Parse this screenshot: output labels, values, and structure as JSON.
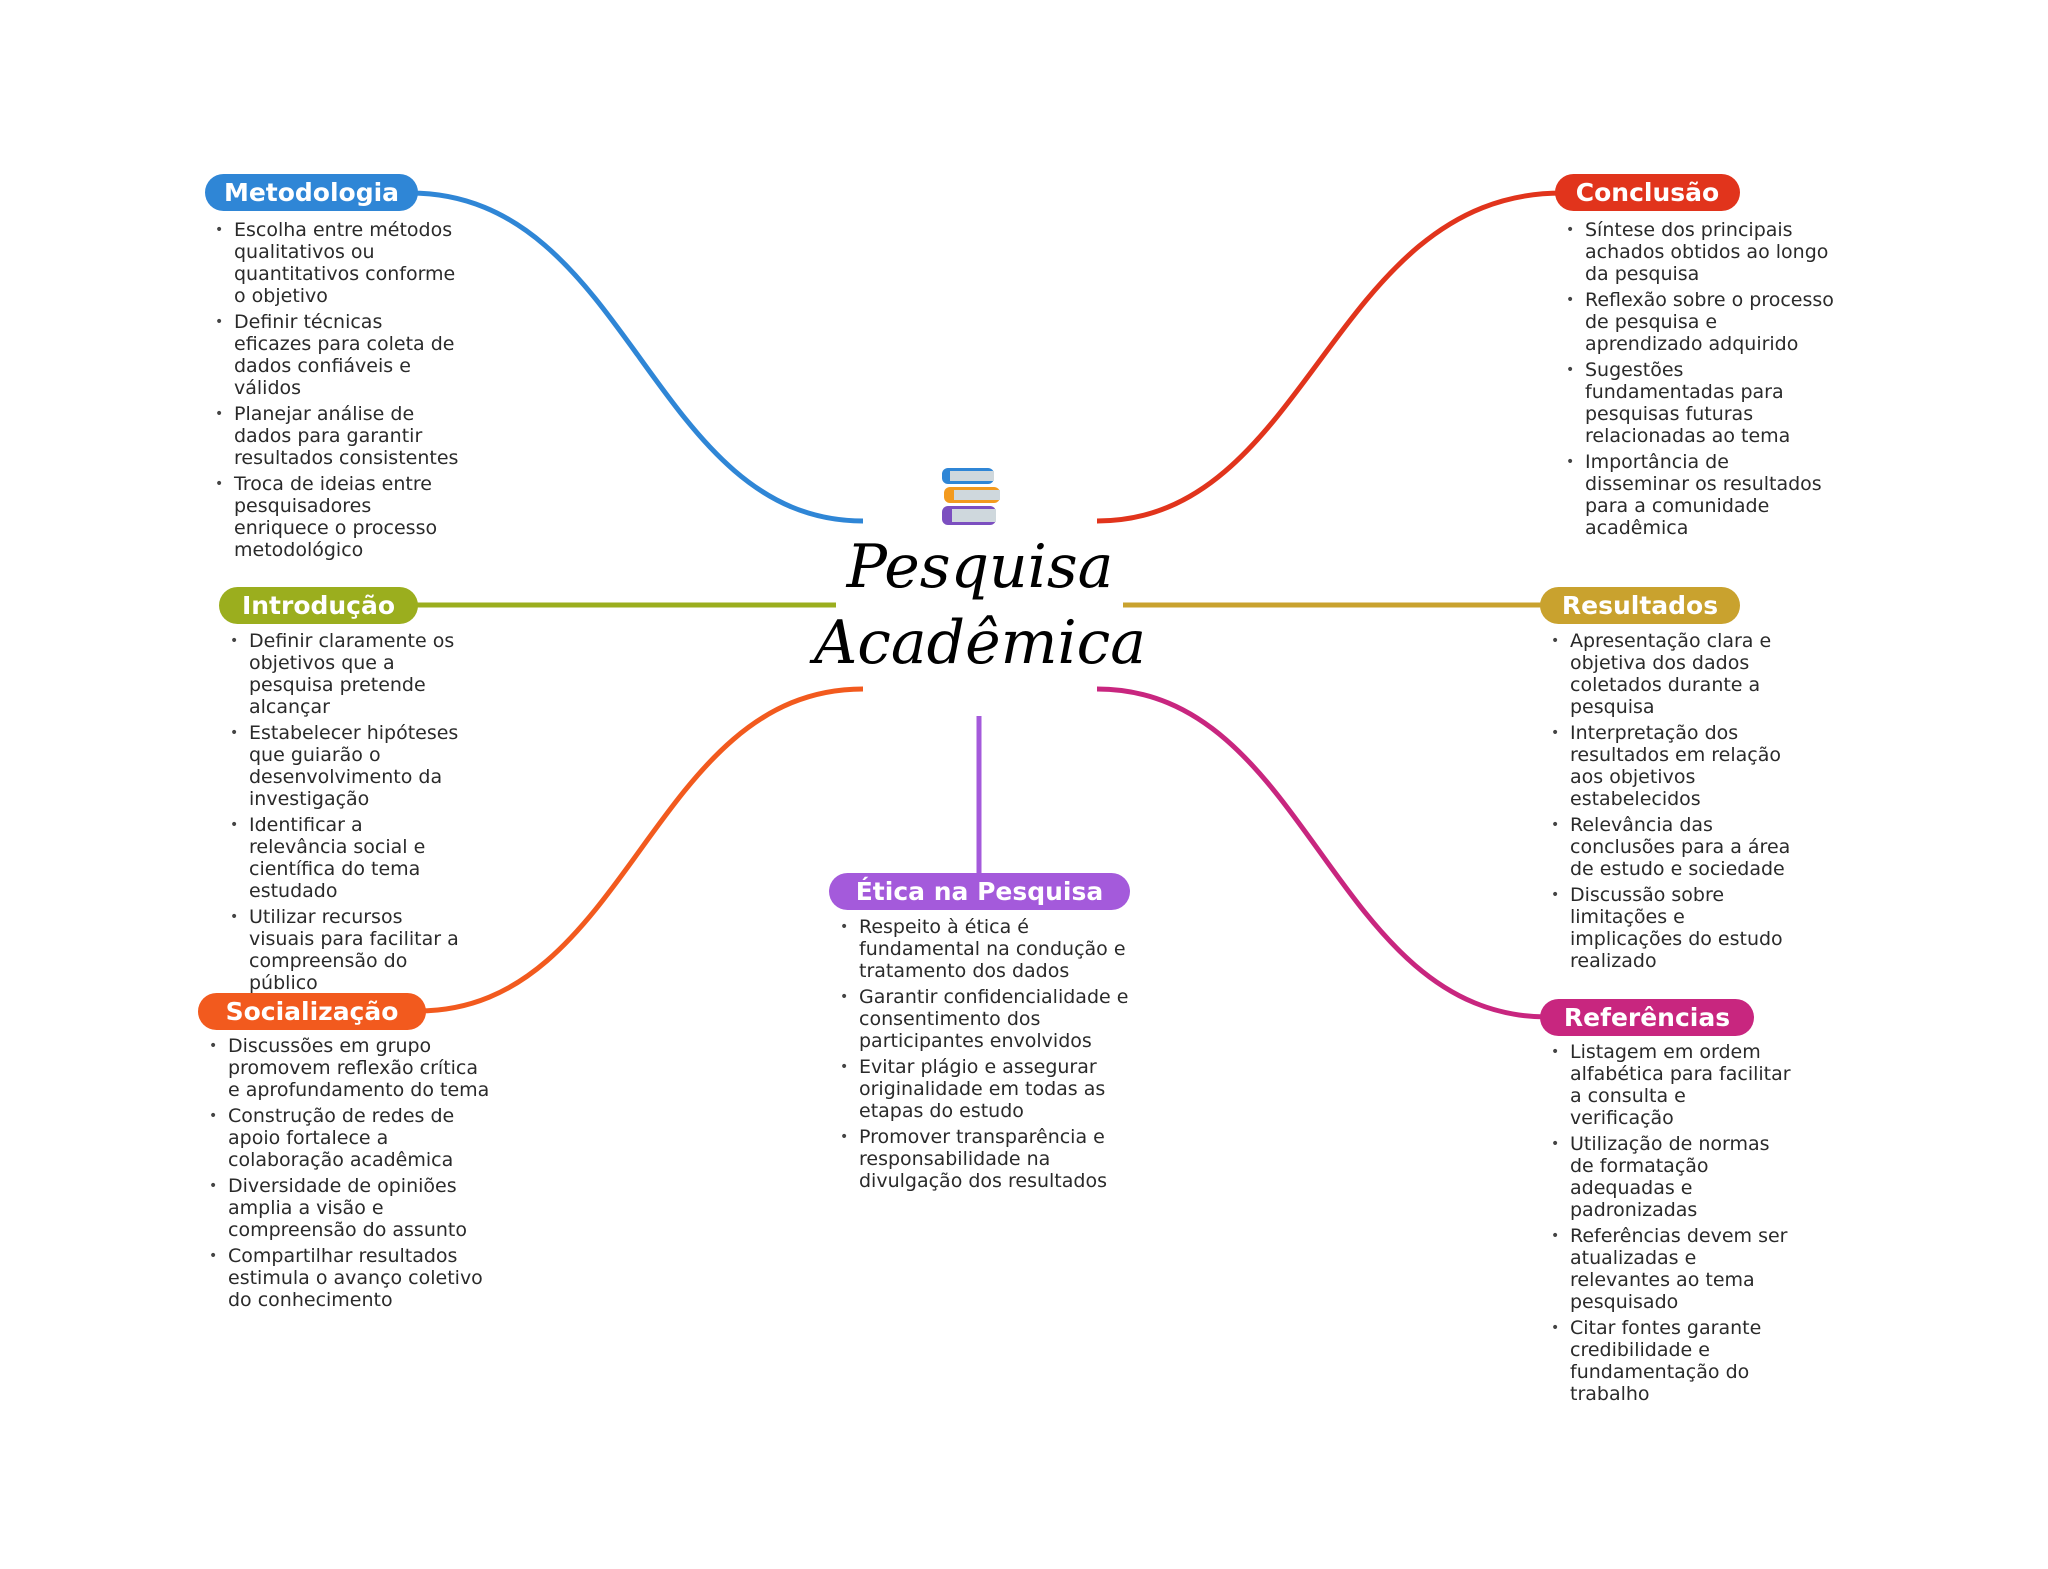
{
  "center": {
    "line1": "Pesquisa",
    "line2": "Acadêmica",
    "icon": "books-icon"
  },
  "branches": [
    {
      "id": "metodologia",
      "title": "Metodologia",
      "color": "#2F86D6",
      "items": [
        "Escolha entre métodos qualitativos ou quantitativos conforme o objetivo",
        "Definir técnicas eficazes para coleta de dados confiáveis e válidos",
        "Planejar análise de dados para garantir resultados consistentes",
        "Troca de ideias entre pesquisadores enriquece o processo metodológico"
      ]
    },
    {
      "id": "introducao",
      "title": "Introdução",
      "color": "#9BAE1E",
      "items": [
        "Definir claramente os objetivos que a pesquisa pretende alcançar",
        "Estabelecer hipóteses que guiarão o desenvolvimento da investigação",
        "Identificar a relevância social e científica do tema estudado",
        "Utilizar recursos visuais para facilitar a compreensão do público"
      ]
    },
    {
      "id": "socializacao",
      "title": "Socialização",
      "color": "#F25A1E",
      "items": [
        "Discussões em grupo promovem reflexão crítica e aprofundamento do tema",
        "Construção de redes de apoio fortalece a colaboração acadêmica",
        "Diversidade de opiniões amplia a visão e compreensão do assunto",
        "Compartilhar resultados estimula o avanço coletivo do conhecimento"
      ]
    },
    {
      "id": "etica",
      "title": "Ética na Pesquisa",
      "color": "#A45ADB",
      "items": [
        "Respeito à ética é fundamental na condução e tratamento dos dados",
        "Garantir confidencialidade e consentimento dos participantes envolvidos",
        "Evitar plágio e assegurar originalidade em todas as etapas do estudo",
        "Promover transparência e responsabilidade na divulgação dos resultados"
      ]
    },
    {
      "id": "conclusao",
      "title": "Conclusão",
      "color": "#E1341C",
      "items": [
        "Síntese dos principais achados obtidos ao longo da pesquisa",
        "Reflexão sobre o processo de pesquisa e aprendizado adquirido",
        "Sugestões fundamentadas para pesquisas futuras relacionadas ao tema",
        "Importância de disseminar os resultados para a comunidade acadêmica"
      ]
    },
    {
      "id": "resultados",
      "title": "Resultados",
      "color": "#C9A22E",
      "items": [
        "Apresentação clara e objetiva dos dados coletados durante a pesquisa",
        "Interpretação dos resultados em relação aos objetivos estabelecidos",
        "Relevância das conclusões para a área de estudo e sociedade",
        "Discussão sobre limitações e implicações do estudo realizado"
      ]
    },
    {
      "id": "referencias",
      "title": "Referências",
      "color": "#C8267F",
      "items": [
        "Listagem em ordem alfabética para facilitar a consulta e verificação",
        "Utilização de normas de formatação adequadas e padronizadas",
        "Referências devem ser atualizadas e relevantes ao tema pesquisado",
        "Citar fontes garante credibilidade e fundamentação do trabalho"
      ]
    }
  ]
}
